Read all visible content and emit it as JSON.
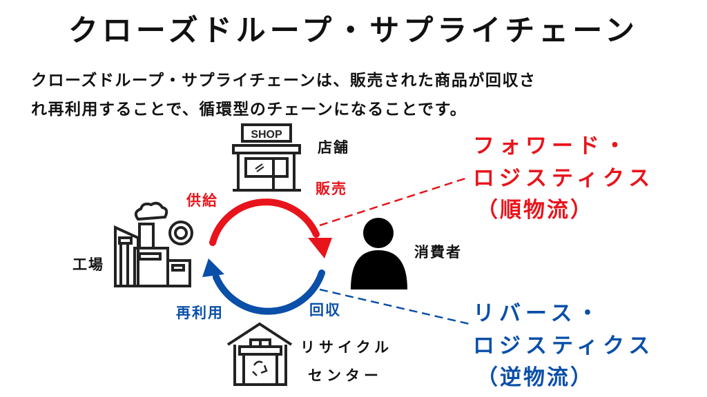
{
  "title": "クローズドループ・サプライチェーン",
  "description": {
    "line1": "クローズドループ・サプライチェーンは、販売された商品が回収さ",
    "line2": "れ再利用することで、循環型のチェーンになることです。"
  },
  "nodes": {
    "shop": {
      "sign": "SHOP",
      "label": "店舗"
    },
    "factory": {
      "label": "工場"
    },
    "consumer": {
      "label": "消費者"
    },
    "recycle_center": {
      "label_line1": "リサイクル",
      "label_line2": "センター"
    }
  },
  "flows": {
    "supply": "供給",
    "sales": "販売",
    "reuse": "再利用",
    "collection": "回収"
  },
  "forward": {
    "line1": "フォワード・",
    "line2": "ロジスティクス",
    "line3": "（順物流）"
  },
  "reverse": {
    "line1": "リバース・",
    "line2": "ロジスティクス",
    "line3": "（逆物流）"
  },
  "colors": {
    "forward": "#e8141b",
    "reverse": "#0a4fa8",
    "text": "#111111"
  }
}
